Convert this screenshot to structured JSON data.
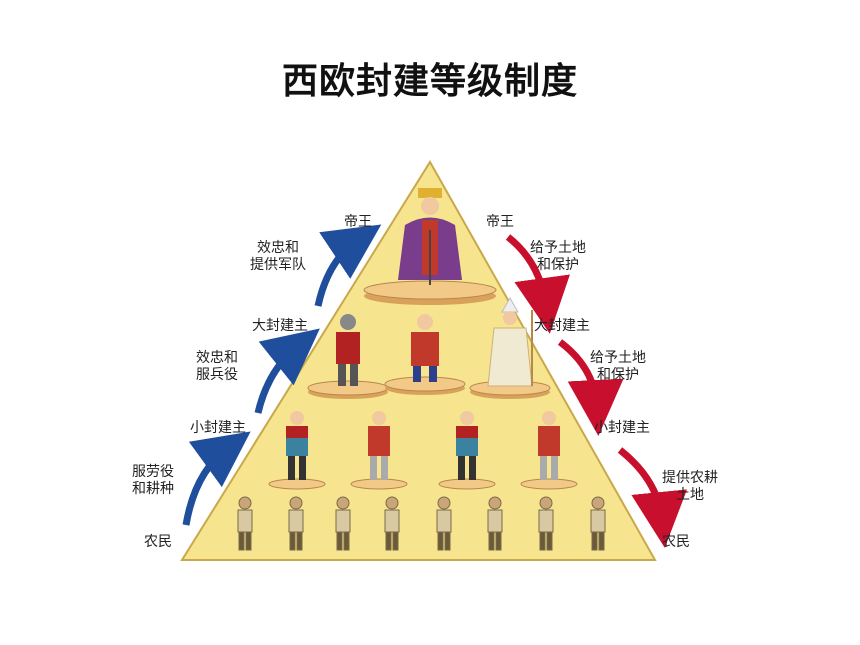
{
  "title": "西欧封建等级制度",
  "left_labels": {
    "emperor": "帝王",
    "great_lord": "大封建主",
    "small_lord": "小封建主",
    "peasant": "农民",
    "duty_top_1": "效忠和",
    "duty_top_2": "提供军队",
    "duty_mid_1": "效忠和",
    "duty_mid_2": "服兵役",
    "duty_low_1": "服劳役",
    "duty_low_2": "和耕种"
  },
  "right_labels": {
    "emperor": "帝王",
    "great_lord": "大封建主",
    "small_lord": "小封建主",
    "peasant": "农民",
    "grant_top_1": "给予土地",
    "grant_top_2": "和保护",
    "grant_mid_1": "给予土地",
    "grant_mid_2": "和保护",
    "grant_low_1": "提供农耕",
    "grant_low_2": "土地"
  },
  "colors": {
    "pyramid_fill": "#f6e48f",
    "pyramid_stroke": "#c9a84a",
    "platform": "#f3c987",
    "up_arrow": "#1f4f9c",
    "down_arrow": "#c8102e"
  }
}
